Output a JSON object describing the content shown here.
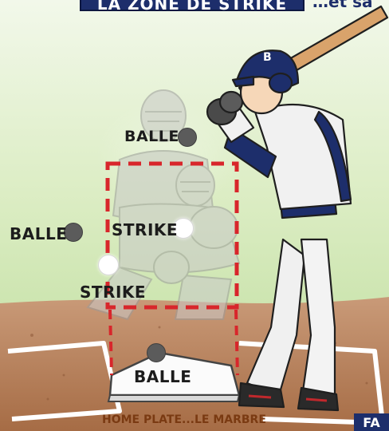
{
  "title": "LA ZONE DE STRIKE",
  "subtitle": "…et sa",
  "labels": {
    "balle_top": "BALLE",
    "balle_left": "BALLE",
    "strike_inside": "STRIKE",
    "strike_low": "STRIKE",
    "balle_plate": "BALLE"
  },
  "caption": "HOME PLATE...LE MARBRE",
  "badge": "FA",
  "batter_helmet_letter": "B",
  "colors": {
    "zone_outline": "#d8262b",
    "ball_grey": "#5b5b5b",
    "ball_white": "#ffffff",
    "banner": "#1d2e6b",
    "dirt": "#b5805c",
    "grass": "#cfe6b0"
  },
  "pitches": [
    {
      "label": "BALLE",
      "ball_color": "grey",
      "result": "ball"
    },
    {
      "label": "BALLE",
      "ball_color": "grey",
      "result": "ball"
    },
    {
      "label": "STRIKE",
      "ball_color": "white",
      "result": "strike"
    },
    {
      "label": "STRIKE",
      "ball_color": "white",
      "result": "strike"
    },
    {
      "label": "BALLE",
      "ball_color": "grey",
      "result": "ball"
    }
  ]
}
